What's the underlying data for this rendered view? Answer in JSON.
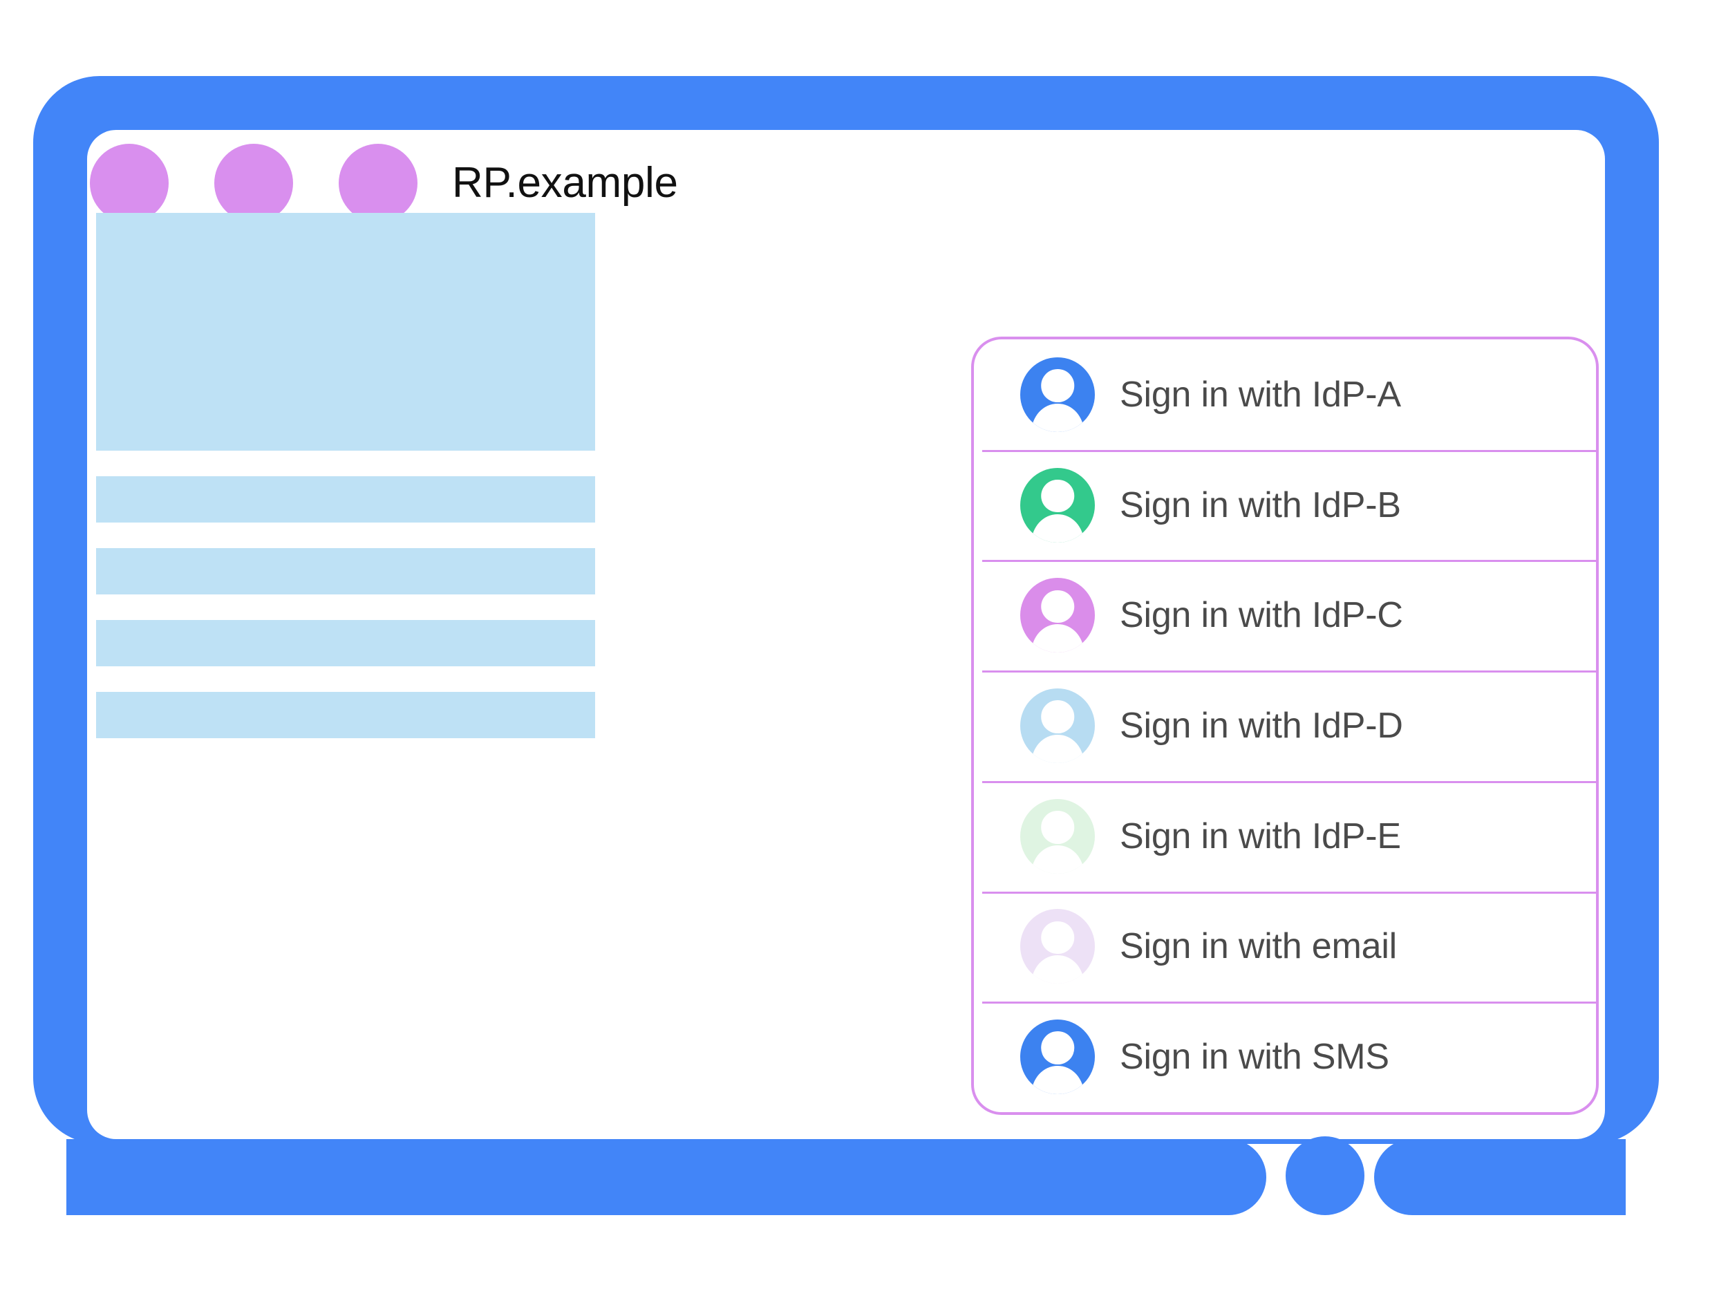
{
  "colors": {
    "brand_blue": "#4285F8",
    "title_dot": "#D98FEE",
    "panel_border": "#D98FEE",
    "divider": "#D98FEE",
    "placeholder_blue": "#BEE1F5",
    "label_text": "#4A4A4A",
    "page_background": "#FFFFFF"
  },
  "titlebar": {
    "title": "RP.example",
    "dots": [
      "window-dot-1",
      "window-dot-2",
      "window-dot-3"
    ]
  },
  "content": {
    "placeholders": [
      {
        "name": "hero-placeholder"
      },
      {
        "name": "text-bar-placeholder-1"
      },
      {
        "name": "text-bar-placeholder-2"
      },
      {
        "name": "text-bar-placeholder-3"
      },
      {
        "name": "text-bar-placeholder-4"
      }
    ]
  },
  "signin_panel": {
    "items": [
      {
        "label": "Sign in with IdP-A",
        "avatar_color": "#3C82F0",
        "icon": "account-avatar-icon"
      },
      {
        "label": "Sign in with IdP-B",
        "avatar_color": "#33C98C",
        "icon": "account-avatar-icon"
      },
      {
        "label": "Sign in with IdP-C",
        "avatar_color": "#DA8DEA",
        "icon": "account-avatar-icon"
      },
      {
        "label": "Sign in with IdP-D",
        "avatar_color": "#B7DCF2",
        "icon": "account-avatar-icon"
      },
      {
        "label": "Sign in with IdP-E",
        "avatar_color": "#DFF4E2",
        "icon": "account-avatar-icon"
      },
      {
        "label": "Sign in with email",
        "avatar_color": "#EDE1F6",
        "icon": "account-avatar-icon"
      },
      {
        "label": "Sign in with SMS",
        "avatar_color": "#3C82F0",
        "icon": "account-avatar-icon"
      }
    ]
  },
  "device": {
    "home_button": "home-button"
  }
}
